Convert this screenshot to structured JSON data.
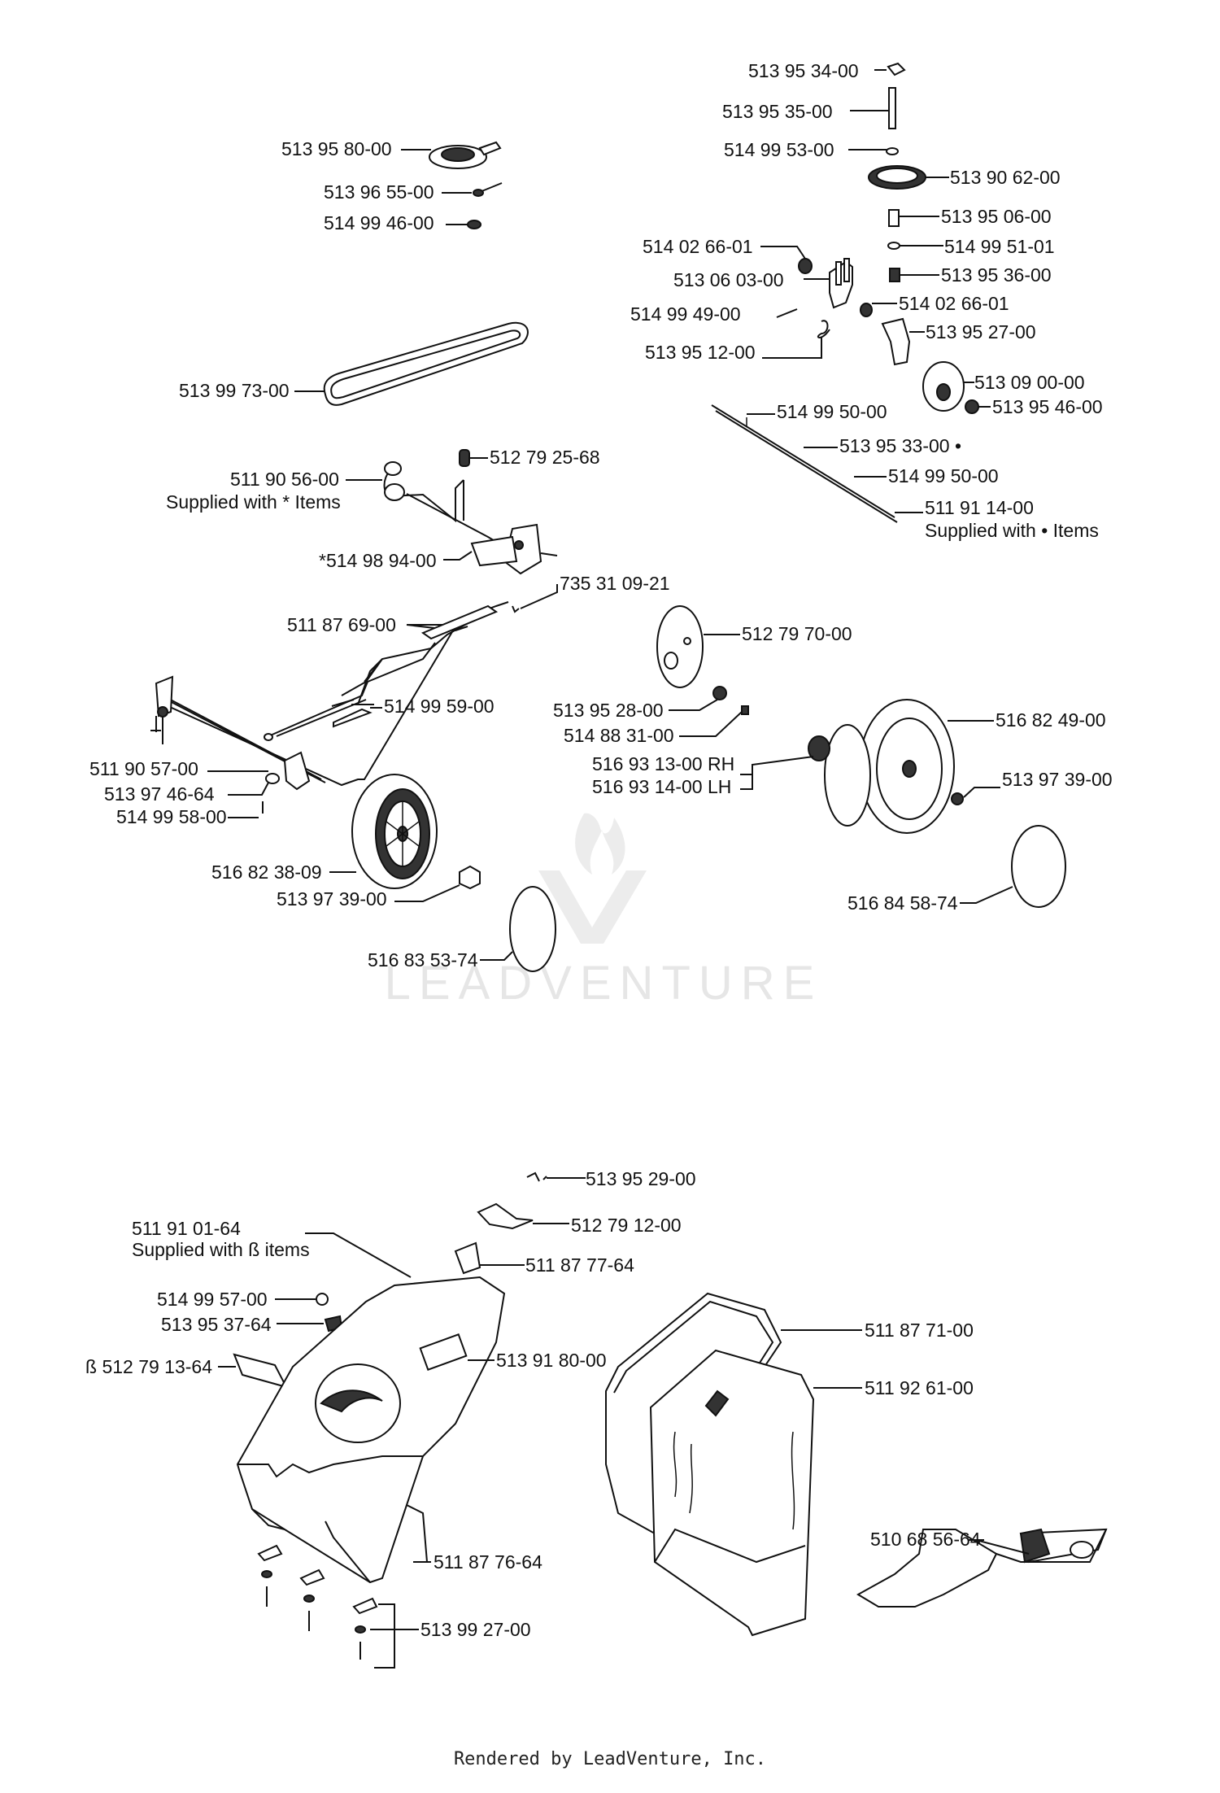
{
  "watermark": "LEADVENTURE",
  "footer": "Rendered by LeadVenture, Inc.",
  "labels": [
    "513 95 34-00",
    "513 95 35-00",
    "514 99 53-00",
    "513 90 62-00",
    "513 95 06-00",
    "514 99 51-01",
    "513 95 36-00",
    "514 02 66-01",
    "513 06 03-00",
    "514 99 49-00",
    "514 02 66-01",
    "513 95 27-00",
    "513 95 12-00",
    "513 09 00-00",
    "513 95 46-00",
    "514 99 50-00",
    "513 95 33-00 •",
    "514 99 50-00",
    "511 91 14-00",
    "Supplied with • Items",
    "513 95 80-00",
    "513 96 55-00",
    "514 99 46-00",
    "513 99 73-00",
    "512 79 25-68",
    "511 90 56-00",
    "Supplied with * Items",
    "*514 98 94-00",
    "735 31 09-21",
    "511 87 69-00",
    "512 79 70-00",
    "514 99 59-00",
    "513 95 28-00",
    "514 88 31-00",
    "516 93 13-00 RH",
    "516 93 14-00 LH",
    "516 82 49-00",
    "511 90 57-00",
    "513 97 46-64",
    "514 99 58-00",
    "513 97 39-00",
    "516 82 38-09",
    "513 97 39-00",
    "516 84 58-74",
    "516 83 53-74",
    "513 95 29-00",
    "512 79 12-00",
    "511 91 01-64",
    "Supplied with ß items",
    "511 87 77-64",
    "514 99 57-00",
    "513 95 37-64",
    "513 91 80-00",
    "ß 512 79 13-64",
    "511 87 71-00",
    "511 92 61-00",
    "510 68 56-64",
    "511 87 76-64",
    "513 99 27-00"
  ]
}
